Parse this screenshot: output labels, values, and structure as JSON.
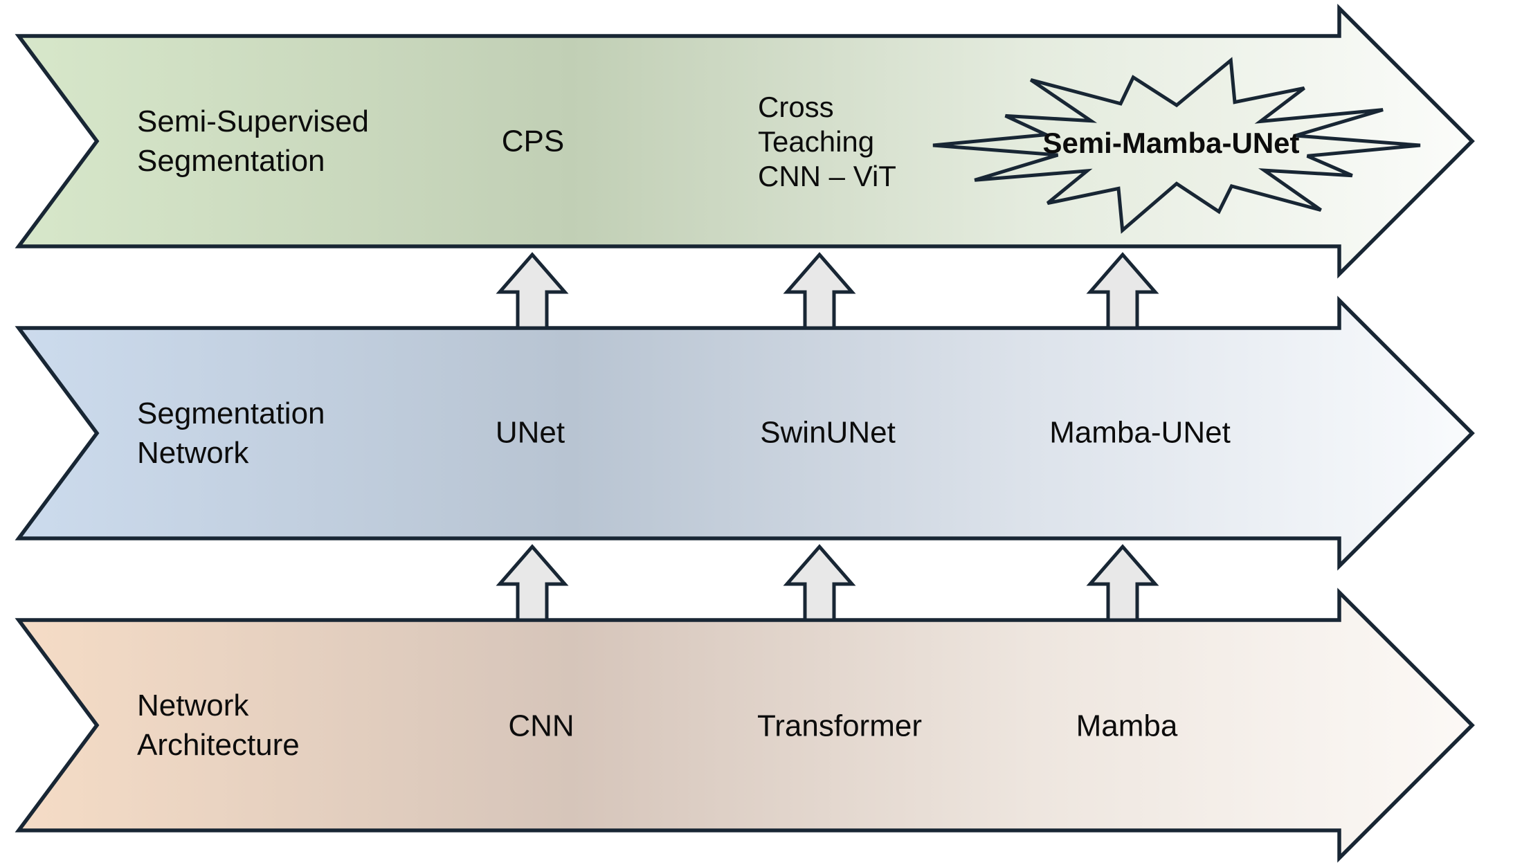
{
  "style": {
    "outline_color": "#182634",
    "text_color": "#0c0c0c",
    "background_color": "#ffffff",
    "up_arrow_fill": "#e8e8e8",
    "starburst_gradient": [
      "#e0e9d9",
      "#f4f6f0"
    ]
  },
  "banners": [
    {
      "name": "Semi-Supervised Segmentation",
      "label_lines": [
        "Semi-Supervised",
        "Segmentation"
      ],
      "gradient": [
        "#d7e7ca",
        "#c1cfb5",
        "#e5ecdf",
        "#fbfcfa"
      ],
      "items": [
        {
          "text": "CPS"
        },
        {
          "lines": [
            "Cross",
            "Teaching",
            "CNN – ViT"
          ]
        },
        {
          "text": "Semi-Mamba-UNet",
          "shape": "starburst",
          "emphasis": "bold"
        }
      ]
    },
    {
      "name": "Segmentation Network",
      "label_lines": [
        "Segmentation",
        "Network"
      ],
      "gradient": [
        "#ccdbed",
        "#b8c4d2",
        "#dde3eb",
        "#f9fbfd"
      ],
      "items": [
        {
          "text": "UNet"
        },
        {
          "text": "SwinUNet"
        },
        {
          "text": "Mamba-UNet"
        }
      ]
    },
    {
      "name": "Network Architecture",
      "label_lines": [
        "Network",
        "Architecture"
      ],
      "gradient": [
        "#f5dcc6",
        "#d6c5ba",
        "#eee6df",
        "#fcf9f6"
      ],
      "items": [
        {
          "text": "CNN"
        },
        {
          "text": "Transformer"
        },
        {
          "text": "Mamba"
        }
      ]
    }
  ]
}
